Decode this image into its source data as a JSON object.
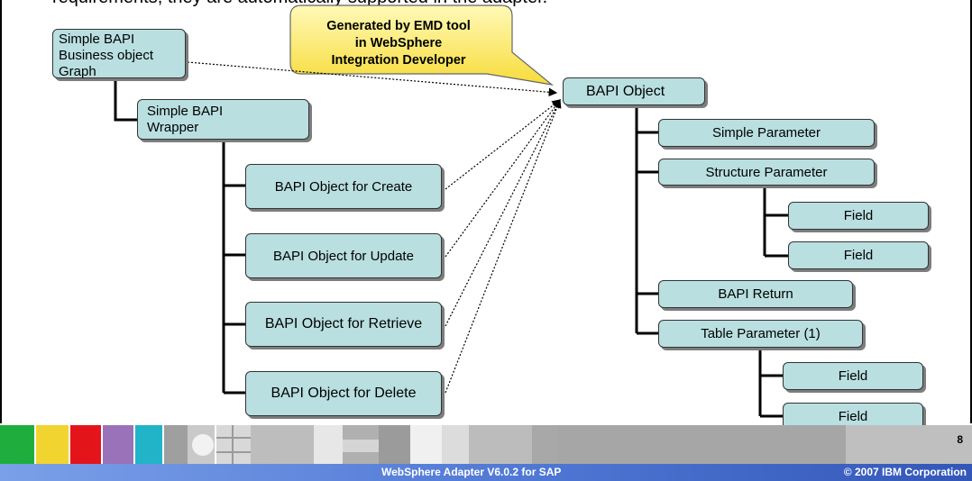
{
  "slide": {
    "top_text": "requirements, they are automatically supported in the adapter.",
    "page_number": "8",
    "footer_title": "WebSphere Adapter V6.0.2 for SAP",
    "footer_copyright": "© 2007 IBM Corporation"
  },
  "callout": {
    "line1": "Generated by EMD tool",
    "line2": "in WebSphere",
    "line3": "Integration Developer"
  },
  "left_tree": {
    "root": {
      "line1": "Simple BAPI",
      "line2": "Business object",
      "line3": "Graph"
    },
    "wrapper": {
      "line1": "Simple BAPI",
      "line2": "Wrapper"
    },
    "children": [
      "BAPI Object for Create",
      "BAPI Object for Update",
      "BAPI Object for Retrieve",
      "BAPI Object for Delete"
    ]
  },
  "right_tree": {
    "root": "BAPI Object",
    "simple_parameter": "Simple Parameter",
    "structure_parameter": "Structure Parameter",
    "structure_fields": [
      "Field",
      "Field"
    ],
    "bapi_return": "BAPI Return",
    "table_parameter": "Table Parameter (1)",
    "table_fields": [
      "Field",
      "Field"
    ]
  },
  "colors": {
    "box_fill": "#b9dfe0",
    "callout_fill": "#fff27a",
    "footer_bar": "#4f77d4"
  }
}
